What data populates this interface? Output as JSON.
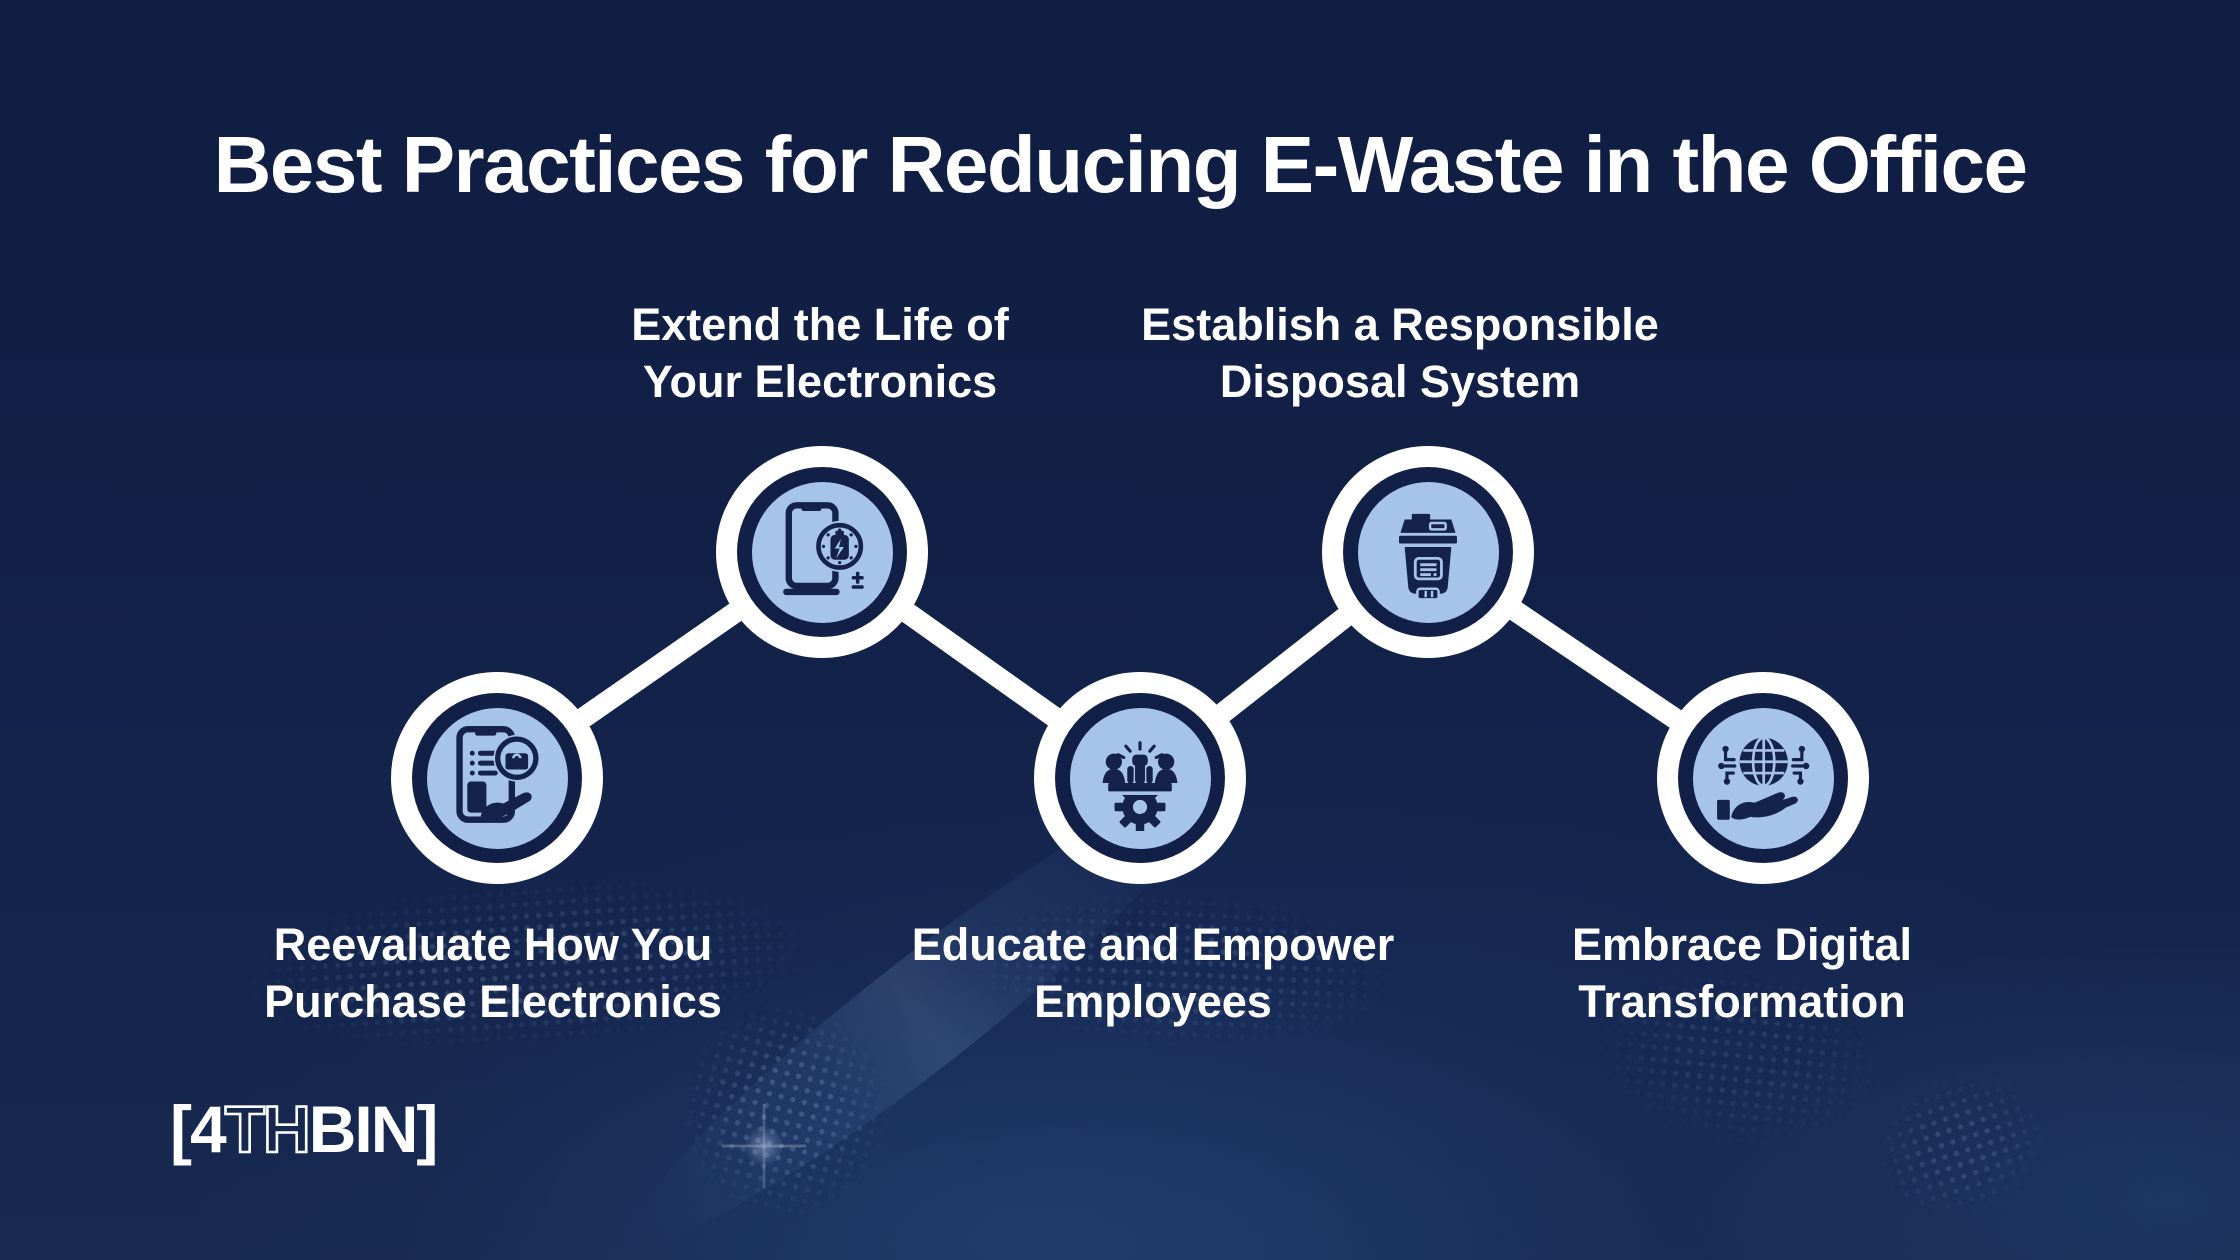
{
  "infographic": {
    "title": "Best Practices for Reducing E-Waste in the Office",
    "steps": [
      {
        "order": 1,
        "row": "bottom",
        "icon": "phone-shopping-review-icon",
        "lines": [
          "Reevaluate How You",
          "Purchase Electronics"
        ]
      },
      {
        "order": 2,
        "row": "top",
        "icon": "phone-battery-life-icon",
        "lines": [
          "Extend the Life of",
          "Your Electronics"
        ]
      },
      {
        "order": 3,
        "row": "bottom",
        "icon": "team-empowerment-gear-icon",
        "lines": [
          "Educate and Empower",
          "Employees"
        ]
      },
      {
        "order": 4,
        "row": "top",
        "icon": "waste-bin-icon",
        "lines": [
          "Establish a Responsible",
          "Disposal System"
        ]
      },
      {
        "order": 5,
        "row": "bottom",
        "icon": "digital-globe-hand-icon",
        "lines": [
          "Embrace Digital",
          "Transformation"
        ]
      }
    ],
    "logo": {
      "left_bracket": "[",
      "solid_4": "4",
      "outline_th": "TH",
      "solid_bin": "BIN",
      "right_bracket": "]"
    },
    "colors": {
      "background": "#122047",
      "node_ring": "#ffffff",
      "node_fill": "#a6c3e9",
      "icon_navy": "#14224c",
      "text": "#ffffff"
    }
  }
}
